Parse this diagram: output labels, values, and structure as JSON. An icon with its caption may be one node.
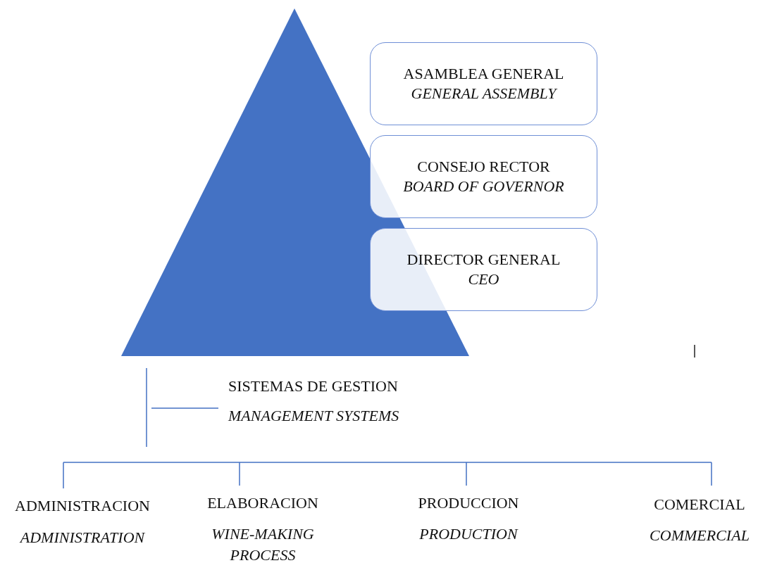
{
  "diagram": {
    "nodes": [
      {
        "text": [
          "ASAMBLEA GENERAL",
          "GENERAL ASSEMBLY"
        ]
      },
      {
        "text": [
          "CONSEJO RECTOR",
          "BOARD OF GOVERNOR"
        ]
      },
      {
        "text": [
          "DIRECTOR GENERAL",
          "CEO"
        ]
      }
    ],
    "labels": [
      "SISTEMAS DE GESTION",
      "MANAGEMENT SYSTEMS",
      "ADMINISTRACION",
      "ELABORACION",
      "PRODUCCION",
      "COMERCIAL",
      "ADMINISTRATION",
      "WINE-MAKING PROCESS",
      "PRODUCTION",
      "COMMERCIAL"
    ]
  }
}
